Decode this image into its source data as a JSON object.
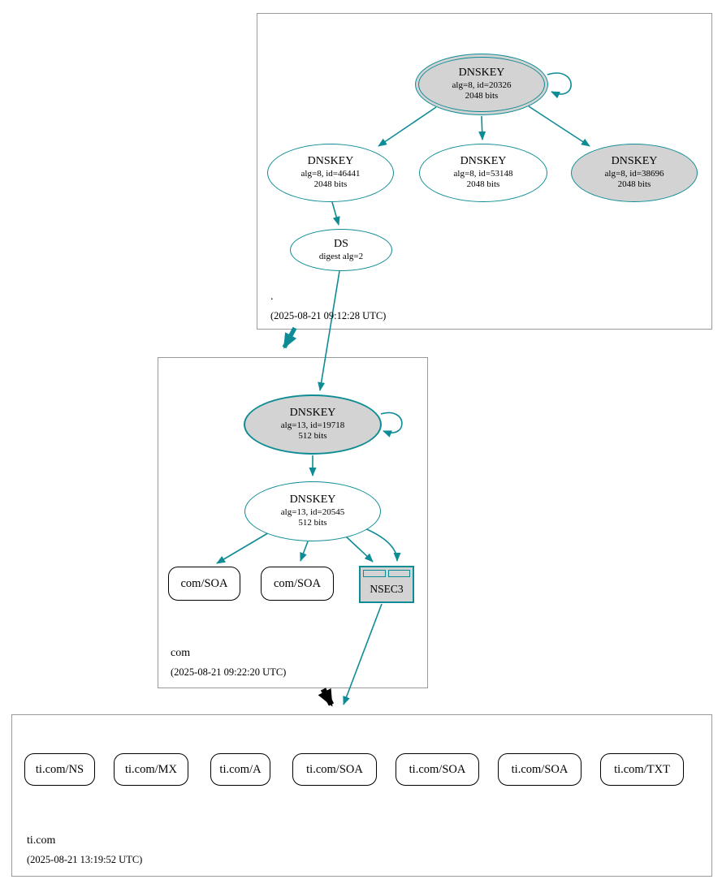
{
  "colors": {
    "accent": "#0e8c95",
    "node_fill_gray": "#d3d3d3"
  },
  "zones": {
    "root": {
      "name": ".",
      "timestamp": "(2025-08-21 09:12:28 UTC)",
      "ksk": {
        "title": "DNSKEY",
        "line1": "alg=8, id=20326",
        "line2": "2048 bits"
      },
      "zsk1": {
        "title": "DNSKEY",
        "line1": "alg=8, id=46441",
        "line2": "2048 bits"
      },
      "zsk2": {
        "title": "DNSKEY",
        "line1": "alg=8, id=53148",
        "line2": "2048 bits"
      },
      "zsk3": {
        "title": "DNSKEY",
        "line1": "alg=8, id=38696",
        "line2": "2048 bits"
      },
      "ds": {
        "title": "DS",
        "line1": "digest alg=2"
      }
    },
    "com": {
      "name": "com",
      "timestamp": "(2025-08-21 09:22:20 UTC)",
      "ksk": {
        "title": "DNSKEY",
        "line1": "alg=13, id=19718",
        "line2": "512 bits"
      },
      "zsk": {
        "title": "DNSKEY",
        "line1": "alg=13, id=20545",
        "line2": "512 bits"
      },
      "soa1": "com/SOA",
      "soa2": "com/SOA",
      "nsec3": "NSEC3"
    },
    "ticom": {
      "name": "ti.com",
      "timestamp": "(2025-08-21 13:19:52 UTC)",
      "rrsets": [
        "ti.com/NS",
        "ti.com/MX",
        "ti.com/A",
        "ti.com/SOA",
        "ti.com/SOA",
        "ti.com/SOA",
        "ti.com/TXT"
      ]
    }
  }
}
